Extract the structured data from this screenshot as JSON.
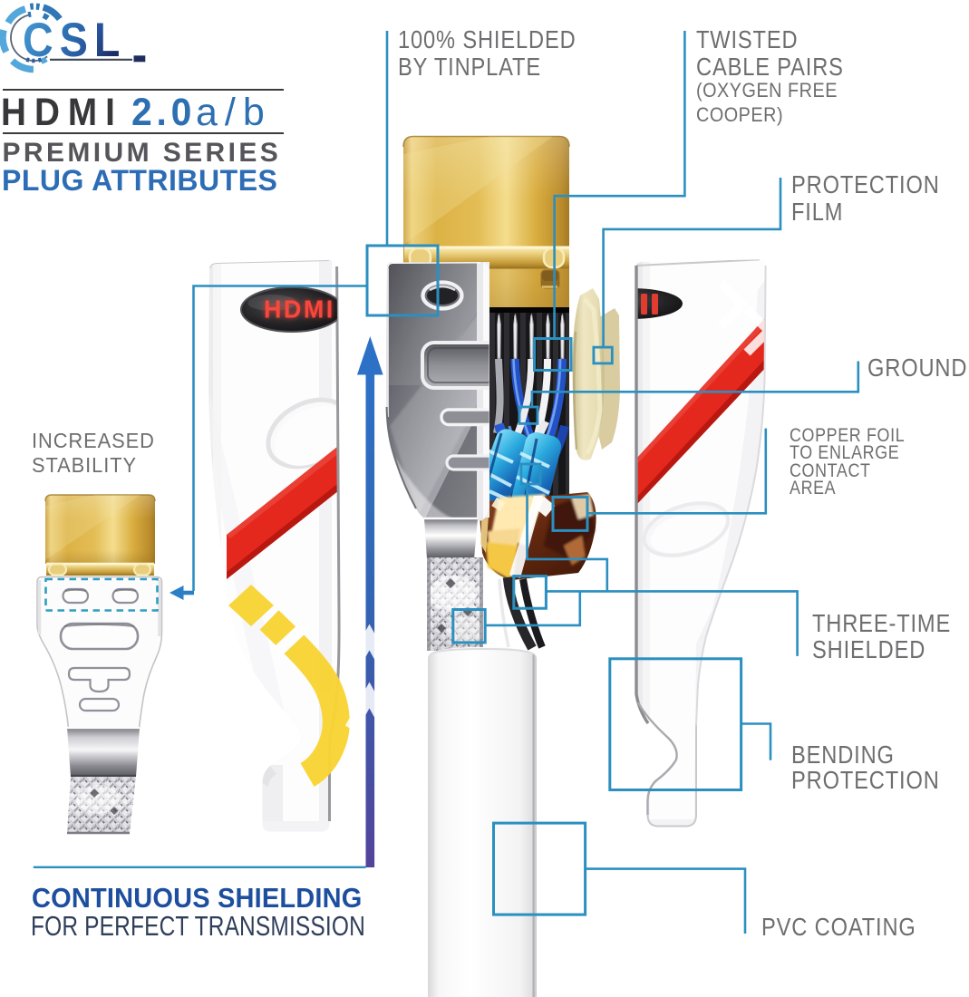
{
  "brand": {
    "logo_text": "CSL",
    "product": "HDMI",
    "version": "2.0",
    "variant": "a/b",
    "series": "PREMIUM SERIES",
    "subtitle": "PLUG ATTRIBUTES"
  },
  "labels": {
    "tinplate": {
      "line1": "100% SHIELDED",
      "line2": "BY TINPLATE"
    },
    "twisted": {
      "line1": "TWISTED",
      "line2": "CABLE PAIRS",
      "sub1": "(OXYGEN FREE",
      "sub2": "COOPER)"
    },
    "protection": {
      "line1": "PROTECTION",
      "line2": "FILM"
    },
    "ground": {
      "line1": "GROUND"
    },
    "copper": {
      "line1": "COPPER FOIL",
      "line2": "TO ENLARGE",
      "line3": "CONTACT",
      "line4": "AREA"
    },
    "three_time": {
      "line1": "THREE-TIME",
      "line2": "SHIELDED"
    },
    "bending": {
      "line1": "BENDING",
      "line2": "PROTECTION"
    },
    "pvc": {
      "line1": "PVC COATING"
    },
    "stability": {
      "line1": "INCREASED",
      "line2": "STABILITY"
    },
    "continuous": {
      "line1": "CONTINUOUS SHIELDING",
      "line2": "FOR PERFECT TRANSMISSION"
    }
  },
  "plug_badge": {
    "text": "HDMI"
  },
  "colors": {
    "callout_line": "#2b8fc0",
    "label_text": "#6e6e70",
    "heading_dark": "#38383b",
    "heading_blue": "#2e6fb2",
    "footer_blue": "#1d4f9e",
    "stripe_red": "#e5281e",
    "gold": "#d4a945",
    "watermark_yellow": "#f8d535",
    "arrow_top_blue": "#2d71c6",
    "arrow_bottom_purple": "#52439a"
  }
}
